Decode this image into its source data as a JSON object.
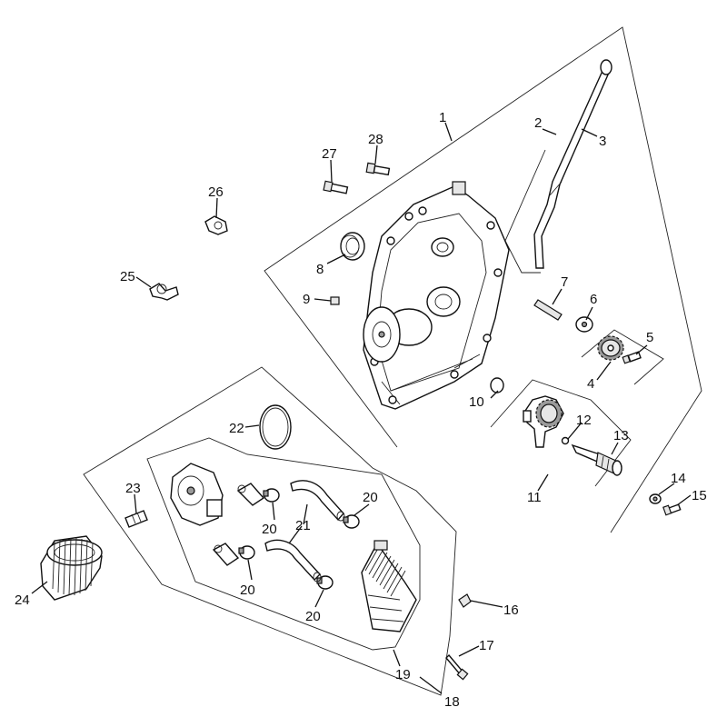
{
  "labels": [
    "1",
    "2",
    "3",
    "4",
    "5",
    "6",
    "7",
    "8",
    "9",
    "10",
    "11",
    "12",
    "13",
    "14",
    "15",
    "16",
    "17",
    "18",
    "19",
    "20",
    "20",
    "20",
    "20",
    "21",
    "22",
    "23",
    "24",
    "25",
    "26",
    "27",
    "28"
  ]
}
